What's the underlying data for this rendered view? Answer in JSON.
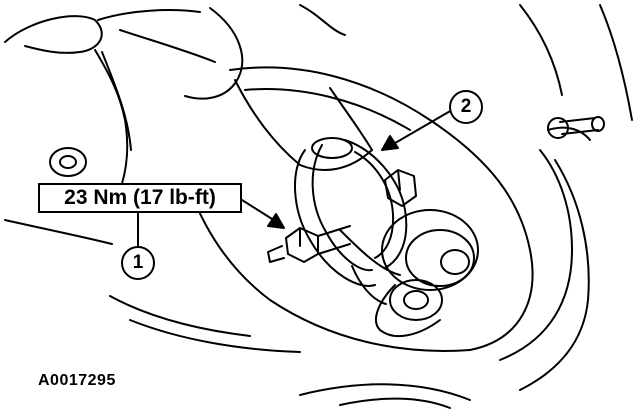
{
  "torque_spec": "23 Nm (17 lb-ft)",
  "callouts": [
    "1",
    "2"
  ],
  "figure_id": "A0017295"
}
